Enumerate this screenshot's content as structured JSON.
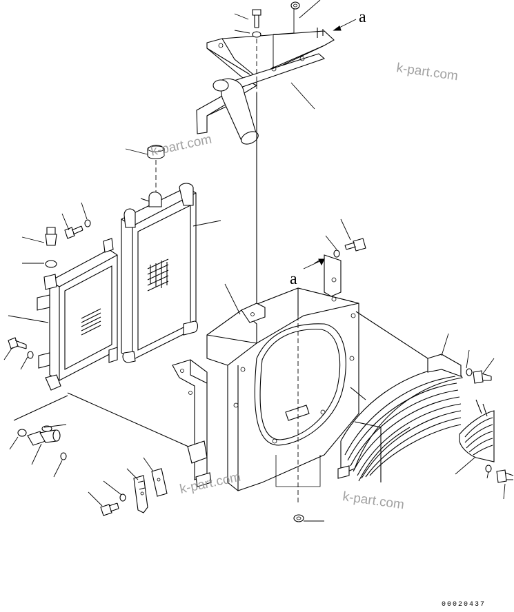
{
  "labels": {
    "view_a_top": "a",
    "view_a_mid": "a"
  },
  "watermarks": [
    "k-part.com",
    "k-part.com",
    "k-part.com",
    "k-part.com"
  ],
  "drawing_code": "00020437",
  "colors": {
    "ink": "#000000",
    "watermark": "#8a8a8a",
    "background": "#ffffff"
  }
}
